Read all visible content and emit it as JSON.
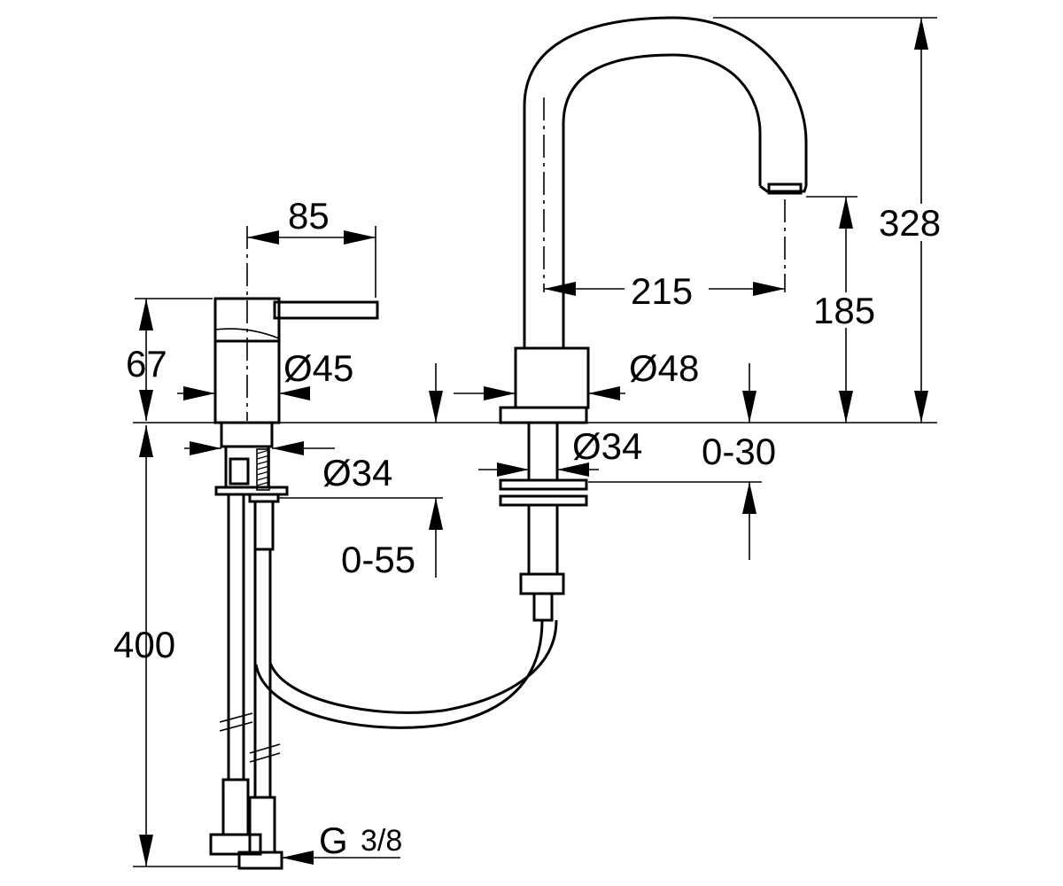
{
  "dimensions": {
    "mixer_lever_length": "85",
    "mixer_body_height": "67",
    "mixer_body_diameter": "Ø45",
    "mixer_shank_diameter": "Ø34",
    "mixer_deck_thickness": "0-55",
    "hose_length": "400",
    "connection_thread_prefix": "G",
    "connection_thread_size": "3/8",
    "spout_total_height": "328",
    "spout_outlet_height": "185",
    "spout_reach": "215",
    "spout_body_diameter": "Ø48",
    "spout_shank_diameter": "Ø34",
    "spout_deck_thickness": "0-30"
  }
}
